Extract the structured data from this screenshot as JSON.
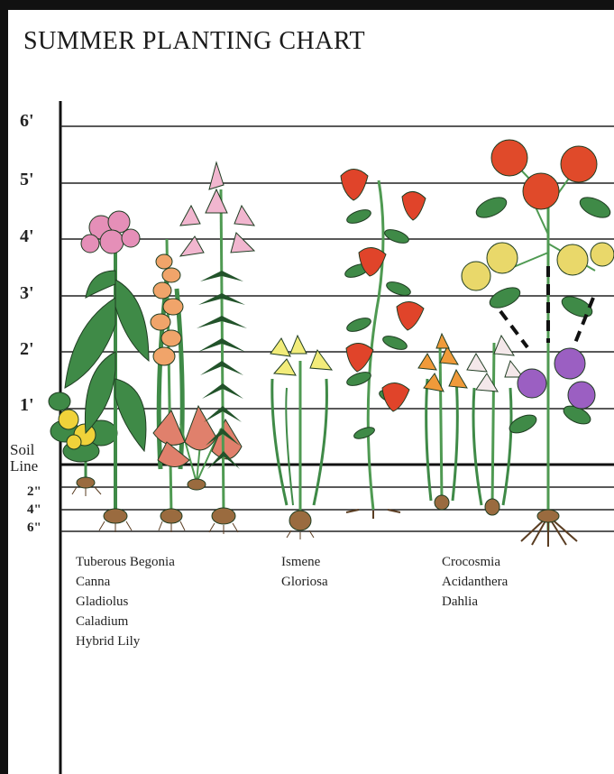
{
  "title": "SUMMER PLANTING CHART",
  "height_scale": [
    "6'",
    "5'",
    "4'",
    "3'",
    "2'",
    "1'"
  ],
  "soil_line_label": [
    "Soil",
    "Line"
  ],
  "depth_scale": [
    "2\"",
    "4\"",
    "6\""
  ],
  "plant_groups": [
    {
      "names": [
        "Tuberous Begonia",
        "Canna",
        "Gladiolus",
        "Caladium",
        "Hybrid Lily"
      ]
    },
    {
      "names": [
        "Ismene",
        "Gloriosa"
      ]
    },
    {
      "names": [
        "Crocosmia",
        "Acidanthera",
        "Dahlia"
      ]
    }
  ],
  "colors": {
    "foliage": "#3f8a47",
    "foliage_dark": "#22532a",
    "stem": "#4f9a52",
    "begonia": "#f0d23a",
    "canna": "#e58fb8",
    "gladiolus": "#f0a46a",
    "caladium": "#e0806c",
    "lily": "#f1b6cf",
    "ismene": "#f2ec7a",
    "gloriosa": "#e0442a",
    "crocosmia": "#f09a3a",
    "acidanthera": "#f4e8ea",
    "dahlia_red": "#e04a2a",
    "dahlia_yellow": "#e9d86a",
    "dahlia_purple": "#9b5fc2",
    "bulb": "#9a6b3f"
  }
}
